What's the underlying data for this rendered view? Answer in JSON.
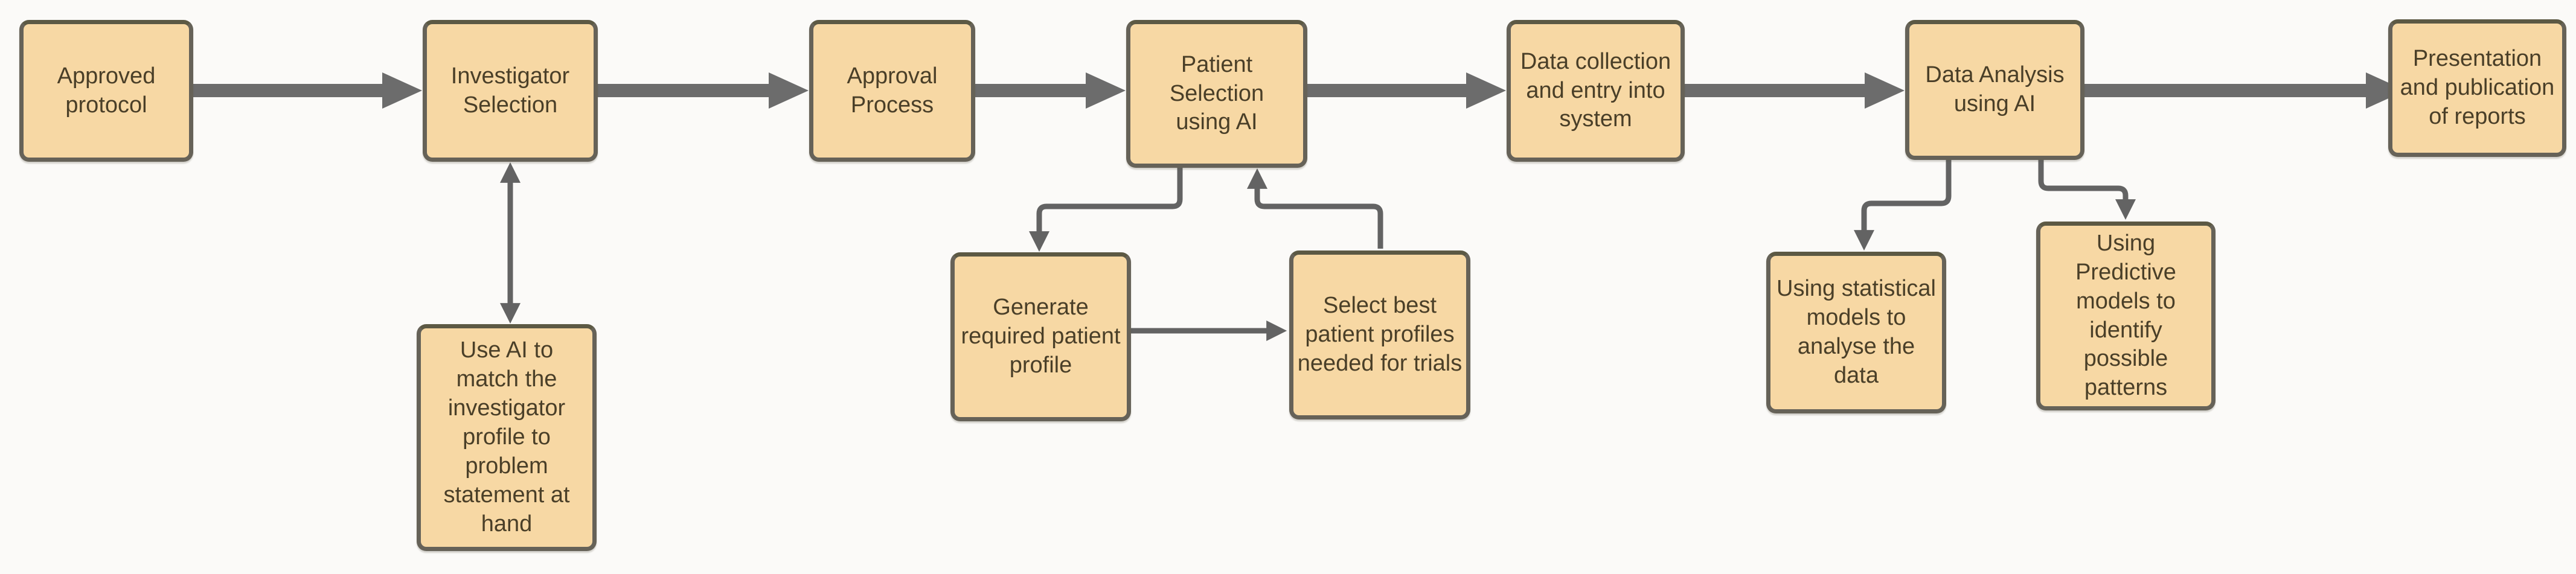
{
  "diagram": {
    "type": "flowchart",
    "nodes": {
      "approved_protocol": {
        "label": "Approved protocol"
      },
      "investigator_selection": {
        "label": "Investigator Selection"
      },
      "approval_process": {
        "label": "Approval Process"
      },
      "patient_selection": {
        "label": "Patient Selection using AI"
      },
      "data_collection": {
        "label": "Data collection and entry into system"
      },
      "data_analysis": {
        "label": "Data Analysis using AI"
      },
      "presentation": {
        "label": "Presentation and publication of reports"
      },
      "use_ai_match": {
        "label": "Use AI to match the investigator profile to problem statement at hand"
      },
      "generate_profile": {
        "label": "Generate required patient profile"
      },
      "select_profiles": {
        "label": "Select best patient profiles needed for trials"
      },
      "statistical_models": {
        "label": "Using statistical models to analyse the data"
      },
      "predictive_models": {
        "label": "Using Predictive models to identify possible patterns"
      }
    },
    "edges": [
      {
        "from": "Approved protocol",
        "to": "Investigator Selection",
        "style": "thick-arrow"
      },
      {
        "from": "Investigator Selection",
        "to": "Approval Process",
        "style": "thick-arrow"
      },
      {
        "from": "Approval Process",
        "to": "Patient Selection using AI",
        "style": "thick-arrow"
      },
      {
        "from": "Patient Selection using AI",
        "to": "Data collection and entry into system",
        "style": "thick-arrow"
      },
      {
        "from": "Data collection and entry into system",
        "to": "Data Analysis using AI",
        "style": "thick-arrow"
      },
      {
        "from": "Data Analysis using AI",
        "to": "Presentation and publication of reports",
        "style": "thick-arrow"
      },
      {
        "from": "Investigator Selection",
        "to": "Use AI to match the investigator profile to problem statement at hand",
        "style": "double-headed-arrow"
      },
      {
        "from": "Patient Selection using AI",
        "to": "Generate required patient profile",
        "style": "elbow-arrow"
      },
      {
        "from": "Generate required patient profile",
        "to": "Select best patient profiles needed for trials",
        "style": "thin-arrow"
      },
      {
        "from": "Select best patient profiles needed for trials",
        "to": "Patient Selection using AI",
        "style": "elbow-arrow"
      },
      {
        "from": "Data Analysis using AI",
        "to": "Using statistical models to analyse the data",
        "style": "elbow-arrow"
      },
      {
        "from": "Data Analysis using AI",
        "to": "Using Predictive models to identify possible patterns",
        "style": "elbow-arrow"
      }
    ],
    "colors": {
      "node_fill": "#f7d8a4",
      "node_border": "#666258",
      "node_text": "#4a3f28",
      "arrow": "#6c6c6c",
      "background": "#fbfaf8"
    }
  }
}
